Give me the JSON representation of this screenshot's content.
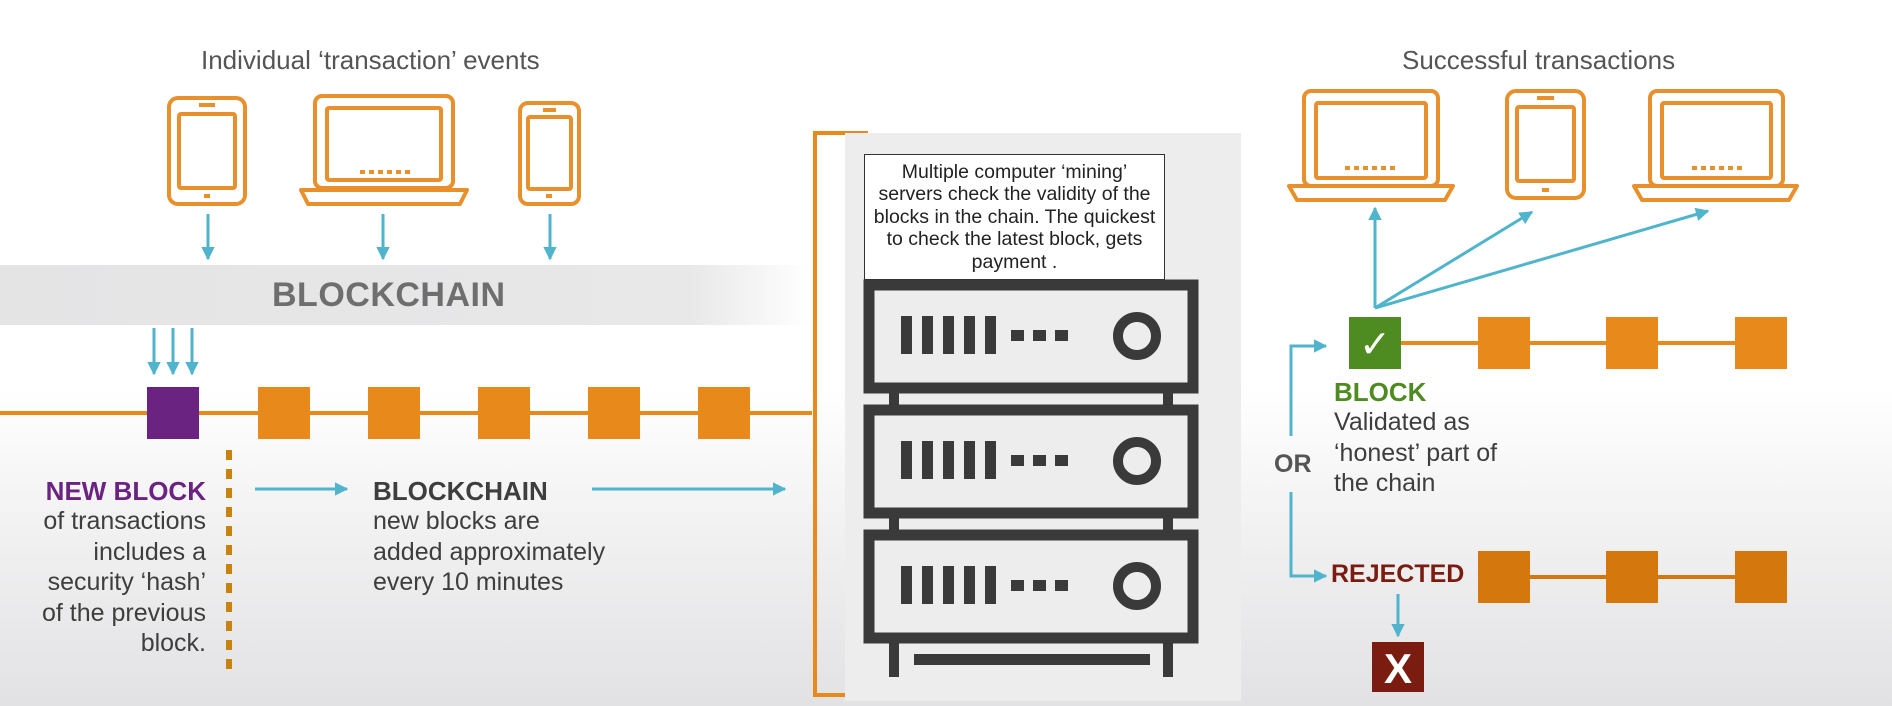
{
  "left": {
    "heading": "Individual ‘transaction’ events",
    "band_title": "BLOCKCHAIN",
    "new_block": {
      "title": "NEW BLOCK",
      "description": "of transactions\nincludes a\nsecurity ‘hash’\nof the previous\nblock."
    },
    "blockchain": {
      "title": "BLOCKCHAIN",
      "description": "new blocks are\nadded approximately\nevery 10 minutes"
    }
  },
  "center": {
    "mining_text": "Multiple computer ‘mining’ servers check the validity of the blocks in the chain.  The quickest to check the latest block, gets payment ."
  },
  "right": {
    "heading": "Successful transactions",
    "or_label": "OR",
    "valid": {
      "title": "BLOCK",
      "description": "Validated as\n‘honest’ part of\nthe chain",
      "check_glyph": "✓"
    },
    "rejected": {
      "title": "REJECTED",
      "x_glyph": "X"
    }
  },
  "colors": {
    "orange": "#e8891c",
    "device_orange": "#e8902b",
    "purple": "#6b2382",
    "arrow_blue": "#4fb4cc",
    "green": "#4e8b20",
    "dark_red": "#7a1d10",
    "rejected_orange": "#d4780e",
    "server_gray": "#3a3a3a"
  },
  "icons": {
    "sources": [
      "tablet-icon",
      "laptop-icon",
      "phone-icon"
    ],
    "destinations": [
      "laptop-icon",
      "tablet-icon",
      "laptop-icon"
    ],
    "server": "server-rack-icon"
  }
}
